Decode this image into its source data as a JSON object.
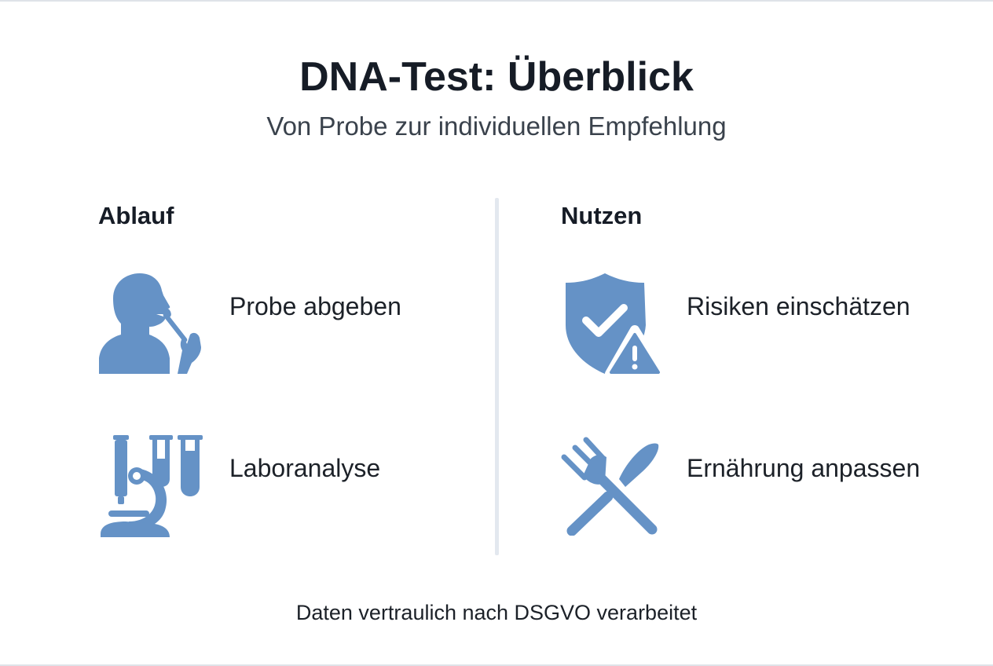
{
  "header": {
    "title": "DNA-Test: Überblick",
    "subtitle": "Von Probe zur individuellen Empfehlung"
  },
  "sections": [
    {
      "heading": "Ablauf",
      "items": [
        {
          "icon": "person-swab-icon",
          "label": "Probe abgeben"
        },
        {
          "icon": "microscope-test-tubes-icon",
          "label": "Laboranalyse"
        }
      ]
    },
    {
      "heading": "Nutzen",
      "items": [
        {
          "icon": "shield-check-warning-icon",
          "label": "Risiken einschätzen"
        },
        {
          "icon": "fork-knife-icon",
          "label": "Ernährung anpassen"
        }
      ]
    }
  ],
  "footer": {
    "note": "Daten vertraulich nach DSGVO verarbeitet"
  },
  "colors": {
    "icon": "#6592c6",
    "title": "#161c26",
    "subtitle": "#3a424c",
    "divider": "#e3e8ef"
  }
}
